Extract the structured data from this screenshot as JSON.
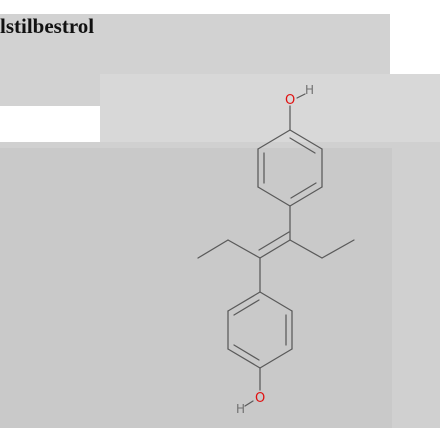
{
  "page": {
    "title": "lstilbestrol"
  },
  "structure": {
    "atoms": [
      {
        "symbol": "O",
        "label": "O"
      },
      {
        "symbol": "H",
        "label": "H"
      },
      {
        "symbol": "O",
        "label": "O"
      },
      {
        "symbol": "H",
        "label": "H"
      }
    ],
    "colors": {
      "oxygen": "#e01010",
      "hydrogen": "#707070",
      "bond": "#5a5a5a"
    }
  }
}
